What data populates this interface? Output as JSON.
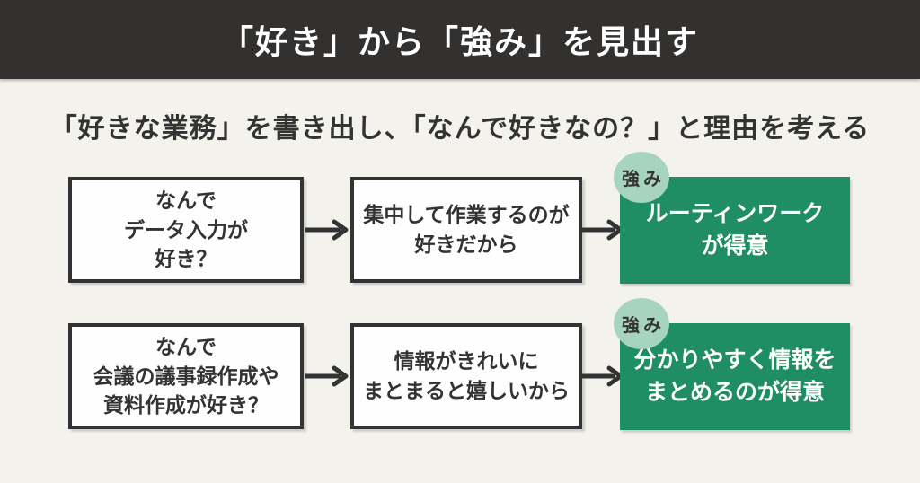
{
  "colors": {
    "page_bg": "#f4f2ed",
    "header_bg": "#323130",
    "accent_green": "#208e64",
    "badge_green": "#a7d4bf",
    "ink": "#333333",
    "box_bg": "#fefefe"
  },
  "header": {
    "title": "「好き」から「強み」を見出す"
  },
  "subtitle": "「好きな業務」を書き出し、「なんで好きなの？」と理由を考える",
  "badge_label": "強み",
  "rows": [
    {
      "like_question": "なんで\nデータ入力が\n好き？",
      "reason": "集中して作業するのが\n好きだから",
      "strength": "ルーティンワーク\nが得意"
    },
    {
      "like_question": "なんで\n会議の議事録作成や\n資料作成が好き？",
      "reason": "情報がきれいに\nまとまると嬉しいから",
      "strength": "分かりやすく情報を\nまとめるのが得意"
    }
  ]
}
